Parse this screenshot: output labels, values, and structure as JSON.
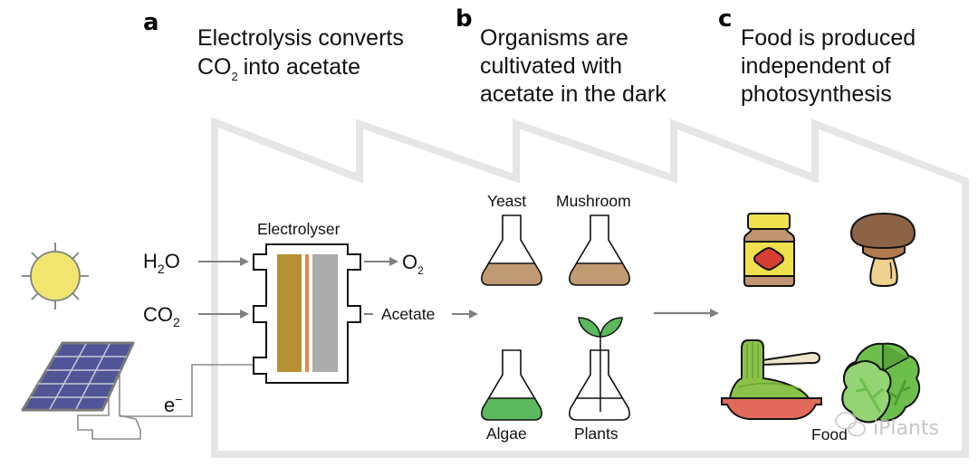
{
  "panels": [
    {
      "letter": "a",
      "heading_lines": [
        "Electrolysis converts",
        "into acetate"
      ],
      "heading_chem": {
        "base": "CO",
        "sub": "2"
      }
    },
    {
      "letter": "b",
      "heading_lines": [
        "Organisms are",
        "cultivated with",
        "acetate in the dark"
      ]
    },
    {
      "letter": "c",
      "heading_lines": [
        "Food is produced",
        "independent of",
        "photosynthesis"
      ]
    }
  ],
  "energy_source": {
    "sun_icon": "sun-icon",
    "solar_panel_icon": "solar-panel-icon",
    "electron_label": {
      "base": "e",
      "sup": "−"
    }
  },
  "inputs": [
    {
      "base": "H",
      "sub": "2",
      "tail": "O"
    },
    {
      "base": "CO",
      "sub": "2",
      "tail": ""
    }
  ],
  "electrolyser": {
    "label": "Electrolyser",
    "colors": {
      "anode": "#b58f32",
      "membrane": "#e8874a",
      "cathode": "#ababab"
    }
  },
  "outputs": [
    {
      "base": "O",
      "sub": "2"
    },
    {
      "label": "Acetate"
    }
  ],
  "organisms": [
    {
      "label": "Yeast",
      "icon": "flask-icon",
      "fill": "#bf9a73"
    },
    {
      "label": "Mushroom",
      "icon": "flask-icon",
      "fill": "#bf9a73"
    },
    {
      "label": "Algae",
      "icon": "flask-icon",
      "fill": "#5cb85c"
    },
    {
      "label": "Plants",
      "icon": "flask-sprout-icon",
      "fill": "#ffffff"
    }
  ],
  "food": {
    "label": "Food",
    "items": [
      {
        "name": "spread-jar",
        "icon": "jar-icon"
      },
      {
        "name": "mushroom",
        "icon": "mushroom-icon"
      },
      {
        "name": "noodles",
        "icon": "noodle-bowl-icon"
      },
      {
        "name": "lettuce",
        "icon": "lettuce-icon"
      }
    ]
  },
  "watermark": "iPlants",
  "colors": {
    "factory_outline": "#e6e6e6",
    "arrow": "#808080",
    "sun": "#f2e56f",
    "panel_cells": "#4f5596"
  }
}
